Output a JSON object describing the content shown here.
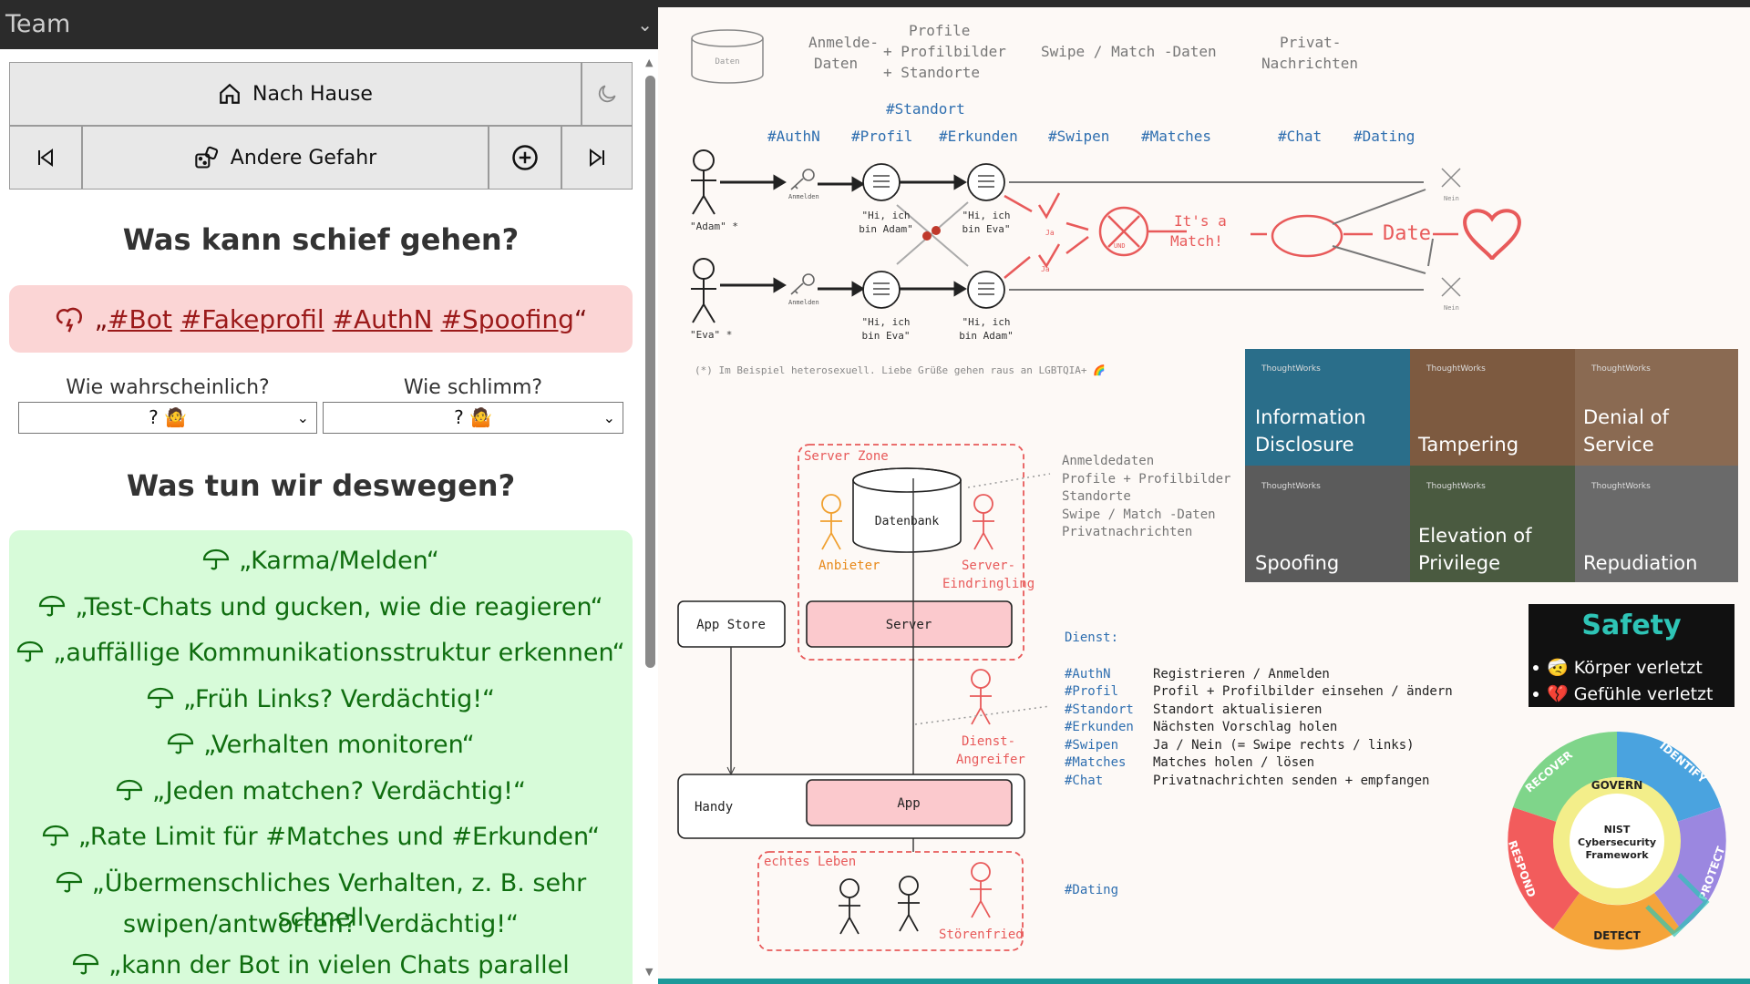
{
  "team": {
    "label": "Team"
  },
  "toolbar": {
    "home_label": "Nach Hause",
    "other_label": "Andere Gefahr"
  },
  "question1": "Was kann schief gehen?",
  "threat": {
    "open_quote": "„",
    "tags": [
      "#Bot",
      "#Fakeprofil",
      "#AuthN",
      "#Spoofing"
    ],
    "close_quote": "“"
  },
  "likelihood": {
    "label": "Wie wahrscheinlich?",
    "value": "? 🤷"
  },
  "severity": {
    "label": "Wie schlimm?",
    "value": "? 🤷"
  },
  "question2": "Was tun wir deswegen?",
  "mitigations": [
    "„Karma/Melden“",
    "„Test-Chats und gucken, wie die reagieren“",
    "„auffällige Kommunikationsstruktur erkennen“",
    "„Früh Links? Verdächtig!“",
    "„Verhalten monitoren“",
    "„Jeden matchen? Verdächtig!“",
    "„Rate Limit für #Matches und #Erkunden“",
    "„Übermenschliches Verhalten, z. B. sehr schnell",
    "swipen/antworten? Verdächtig!“",
    "„kann der Bot in vielen Chats parallel"
  ],
  "slide": {
    "db_small": "Daten",
    "top_labels": [
      "Anmelde-\nDaten",
      "Profile\n+ Profilbilder\n+ Standorte",
      "Swipe / Match -Daten",
      "Privat-\nNachrichten"
    ],
    "tags_top": [
      "#Standort",
      "#AuthN",
      "#Profil",
      "#Erkunden",
      "#Swipen",
      "#Matches",
      "#Chat",
      "#Dating"
    ],
    "persons": [
      "\"Adam\" *",
      "\"Eva\" *"
    ],
    "anmelden": "Anmelden",
    "bubbles": [
      "\"Hi, ich\nbin Adam\"",
      "\"Hi, ich\nbin Eva\"",
      "\"Hi, ich\nbin Eva\"",
      "\"Hi, ich\nbin Adam\""
    ],
    "ja": "Ja",
    "und": "UND",
    "match": "It's a\nMatch!",
    "date": "Date",
    "nein": "Nein",
    "footnote": "(*) Im Beispiel heterosexuell. Liebe Grüße gehen raus an LGBTQIA+ 🌈",
    "server_zone": "Server Zone",
    "datenbank": "Datenbank",
    "anbieter": "Anbieter",
    "server_eindringling": "Server-\nEindringling",
    "app_store": "App Store",
    "server": "Server",
    "dienst_angreifer": "Dienst-\nAngreifer",
    "handy": "Handy",
    "app": "App",
    "echtes_leben": "echtes Leben",
    "stoerenfried": "Störenfried",
    "data_list": [
      "Anmeldedaten",
      "Profile + Profilbilder",
      "Standorte",
      "Swipe / Match -Daten",
      "Privatnachrichten"
    ],
    "dienst_title": "Dienst:",
    "dienst": [
      {
        "tag": "#AuthN",
        "desc": "Registrieren / Anmelden"
      },
      {
        "tag": "#Profil",
        "desc": "Profil + Profilbilder einsehen / ändern"
      },
      {
        "tag": "#Standort",
        "desc": "Standort aktualisieren"
      },
      {
        "tag": "#Erkunden",
        "desc": "Nächsten Vorschlag holen"
      },
      {
        "tag": "#Swipen",
        "desc": "Ja / Nein (= Swipe rechts / links)"
      },
      {
        "tag": "#Matches",
        "desc": "Matches holen / lösen"
      },
      {
        "tag": "#Chat",
        "desc": "Privatnachrichten senden + empfangen"
      }
    ],
    "dating_tag": "#Dating",
    "stride_brand": "ThoughtWorks",
    "stride": [
      "Information\nDisclosure",
      "Tampering",
      "Denial of\nService",
      "Spoofing",
      "Elevation of\nPrivilege",
      "Repudiation"
    ],
    "safety": {
      "title": "Safety",
      "items": [
        "🤕 Körper verletzt",
        "💔 Gefühle verletzt"
      ]
    },
    "nist": {
      "center": "NIST\nCybersecurity\nFramework",
      "govern": "GOVERN",
      "segments": [
        "IDENTIFY",
        "PROTECT",
        "DETECT",
        "RESPOND",
        "RECOVER"
      ]
    }
  },
  "colors": {
    "threat_bg": "#fbd5d5",
    "mitigation_bg": "#d7fbd9",
    "accent_red": "#e85a5a",
    "accent_blue": "#2f6fb0"
  }
}
